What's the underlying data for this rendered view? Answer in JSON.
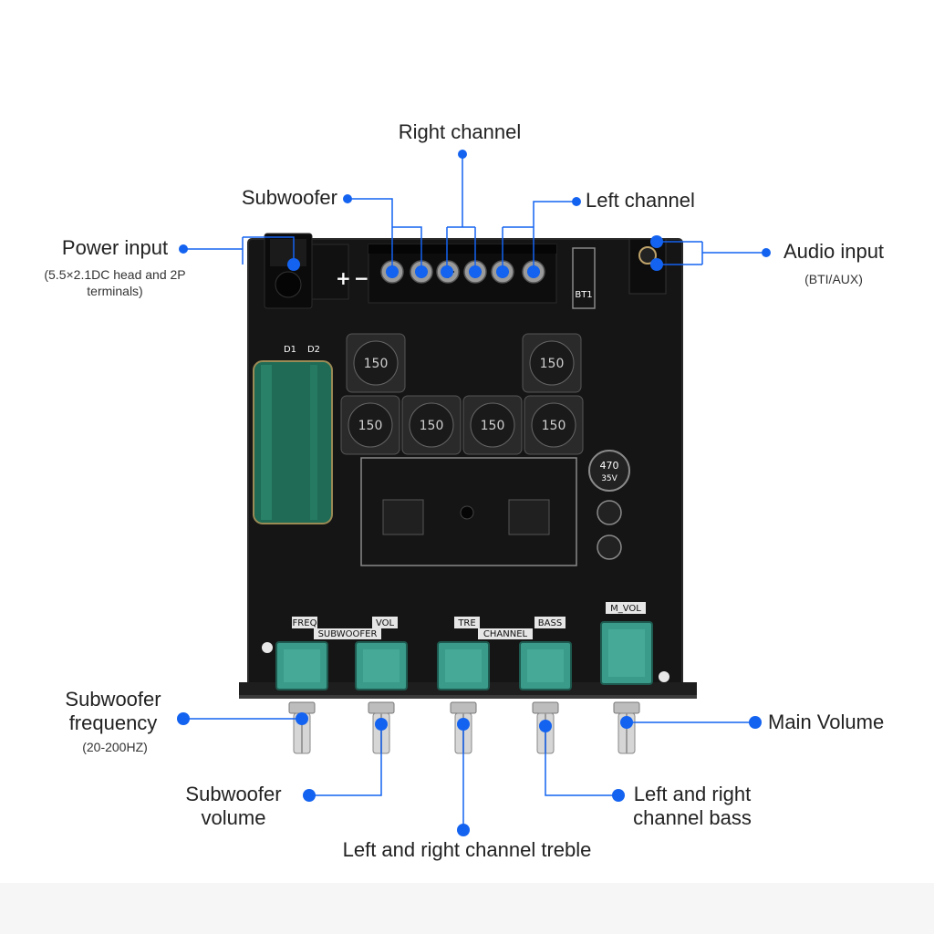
{
  "colors": {
    "accent": "#1463f0",
    "board": "#141414",
    "knob_body": "#3a9b8a",
    "capacitor": "#1f6b55"
  },
  "callouts": {
    "right_channel": "Right channel",
    "subwoofer": "Subwoofer",
    "left_channel": "Left channel",
    "power_input": "Power input",
    "power_input_note": "(5.5×2.1DC head and 2P terminals)",
    "audio_input": "Audio input",
    "audio_input_note": "(BTI/AUX)",
    "sub_freq": "Subwoofer frequency",
    "sub_freq_note": "(20-200HZ)",
    "main_volume": "Main Volume",
    "sub_volume": "Subwoofer volume",
    "lr_bass": "Left and right channel bass",
    "lr_treble": "Left and right channel treble"
  },
  "board": {
    "freq": "FREQ",
    "vol": "VOL",
    "subwoofer": "SUBWOOFER",
    "tre": "TRE",
    "bass": "BASS",
    "channel": "CHANNEL",
    "m_vol": "M_VOL",
    "inductor": "150",
    "bt_label": "BT1",
    "cap_main": "470",
    "cap_main_v": "35V",
    "d1": "D1",
    "d2": "D2",
    "plus": "+",
    "minus": "−"
  }
}
